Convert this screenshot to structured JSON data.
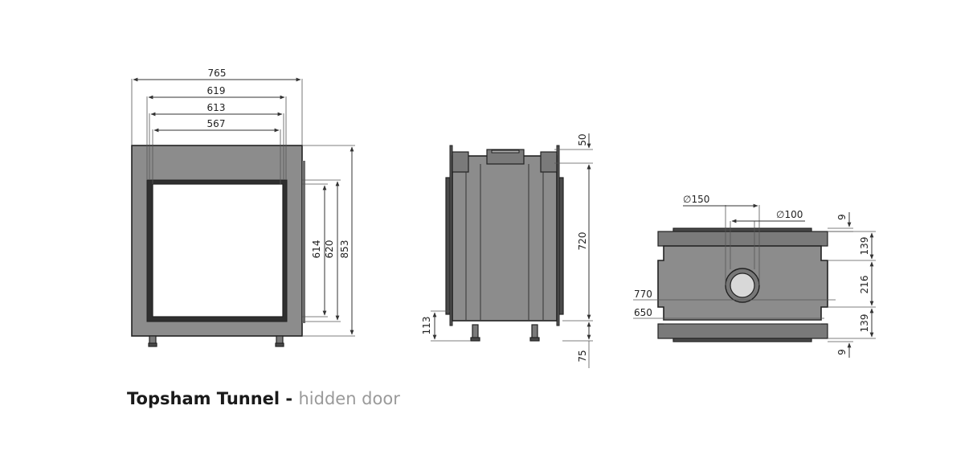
{
  "caption": {
    "model": "Topsham Tunnel",
    "separator": " - ",
    "variant": "hidden door"
  },
  "front_view": {
    "width_outer": "765",
    "width_opening_frame": "619",
    "width_glass": "613",
    "width_inner": "567",
    "height_inner": "614",
    "height_opening": "620",
    "height_total": "853"
  },
  "side_view": {
    "top_collar": "50",
    "body_height": "720",
    "base_offset": "113",
    "legs": "75"
  },
  "top_view": {
    "flue_outer": "∅150",
    "flue_inner": "∅100",
    "rim_top": "9",
    "flange_top": "139",
    "center_section": "216",
    "flange_bottom": "139",
    "rim_bottom": "9",
    "depth_outer": "770",
    "depth_inner": "650"
  },
  "colors": {
    "body": "#8c8c8c",
    "dark": "#4a4a4a",
    "outline": "#222222",
    "caption_variant": "#9a9a9a"
  }
}
